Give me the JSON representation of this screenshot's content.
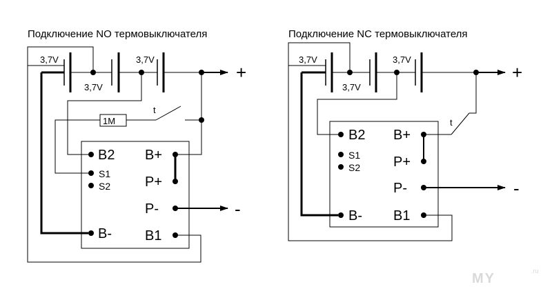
{
  "left": {
    "title": "Подключение NO термовыключателя",
    "cell_labels": [
      "3,7V",
      "3,7V",
      "3,7V"
    ],
    "resistor_label": "1M",
    "switch_label": "t",
    "pins": {
      "b2": "B2",
      "s1": "S1",
      "s2": "S2",
      "bminus": "B-",
      "bplus": "B+",
      "pplus": "P+",
      "pminus": "P-",
      "b1": "B1"
    },
    "plus_sign": "+",
    "minus_sign": "-"
  },
  "right": {
    "title": "Подключение NC термовыключателя",
    "cell_labels": [
      "3,7V",
      "3,7V",
      "3,7V"
    ],
    "switch_label": "t",
    "pins": {
      "b2": "B2",
      "s1": "S1",
      "s2": "S2",
      "bminus": "B-",
      "bplus": "B+",
      "pplus": "P+",
      "pminus": "P-",
      "b1": "B1"
    },
    "plus_sign": "+",
    "minus_sign": "-"
  },
  "watermark": {
    "text": "MY",
    "suffix": ".ru"
  }
}
